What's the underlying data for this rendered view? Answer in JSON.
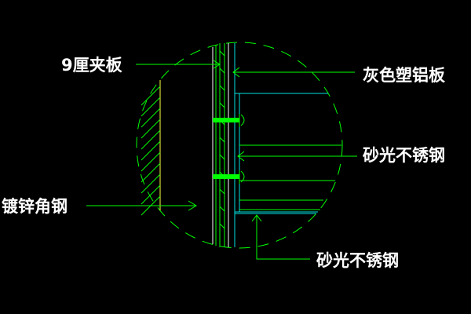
{
  "labels": {
    "plywood": "9厘夹板",
    "aluminum_panel": "灰色塑铝板",
    "stainless_top": "砂光不锈钢",
    "angle_steel": "镀锌角钢",
    "stainless_bottom": "砂光不锈钢"
  },
  "colors": {
    "background": "#000000",
    "line_green": "#00ff00",
    "line_white": "#ffffff",
    "line_cyan": "#00e0e0",
    "line_yellow": "#ffff40",
    "text": "#ffffff"
  }
}
